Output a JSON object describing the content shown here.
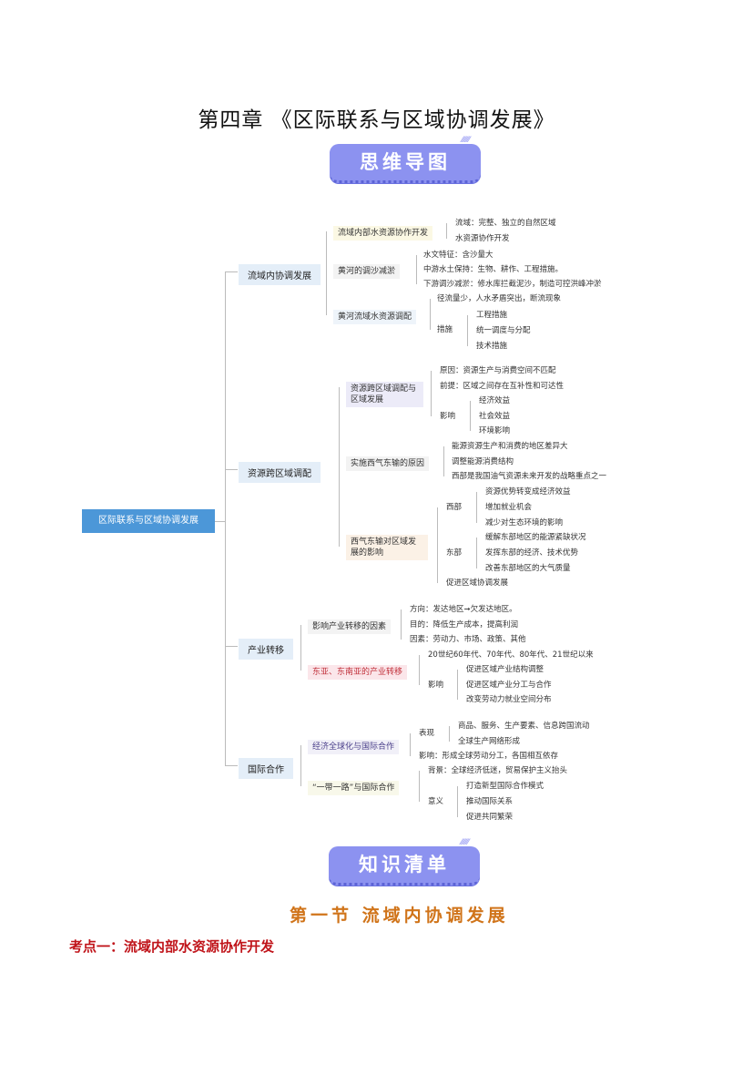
{
  "title": "第四章 《区际联系与区域协调发展》",
  "banner_mindmap": "思维导图",
  "banner_knowledge": "知识清单",
  "section_title": "第一节 流域内协调发展",
  "kaodian": "考点一：流域内部水资源协作开发",
  "colors": {
    "banner": "#8c92f0",
    "root": "#4c97d8",
    "section": "#d0741a",
    "kaodian": "#c0141a"
  },
  "mindmap": {
    "root": "区际联系与区域协调发展",
    "b1": {
      "label": "流域内协调发展",
      "c1": {
        "label": "流域内部水资源协作开发",
        "items": [
          "流域：完整、独立的自然区域",
          "水资源协作开发"
        ]
      },
      "c2": {
        "label": "黄河的调沙减淤",
        "items": [
          "水文特征：含沙量大",
          "中游水土保持：生物、耕作、工程措施。",
          "下游调沙减淤：修水库拦截泥沙，制造可控洪峰冲淤"
        ]
      },
      "c3": {
        "label": "黄河流域水资源调配",
        "item": "径流量少，人水矛盾突出，断流现象",
        "sub": "措施",
        "subitems": [
          "工程措施",
          "统一调度与分配",
          "技术措施"
        ]
      }
    },
    "b2": {
      "label": "资源跨区域调配",
      "c1": {
        "label": "资源跨区域调配与区域发展",
        "items": [
          "原因：资源生产与消费空间不匹配",
          "前提：区域之间存在互补性和可达性"
        ],
        "sub": "影响",
        "subitems": [
          "经济效益",
          "社会效益",
          "环境影响"
        ]
      },
      "c2": {
        "label": "实施西气东输的原因",
        "items": [
          "能源资源生产和消费的地区差异大",
          "调整能源消费结构",
          "西部是我国油气资源未来开发的战略重点之一"
        ]
      },
      "c3": {
        "label": "西气东输对区域发展的影响",
        "west": "西部",
        "west_items": [
          "资源优势转变成经济效益",
          "增加就业机会",
          "减少对生态环境的影响"
        ],
        "east": "东部",
        "east_items": [
          "缓解东部地区的能源紧缺状况",
          "发挥东部的经济、技术优势",
          "改善东部地区的大气质量"
        ],
        "last": "促进区域协调发展"
      }
    },
    "b3": {
      "label": "产业转移",
      "c1": {
        "label": "影响产业转移的因素",
        "items": [
          "方向：发达地区➞欠发达地区。",
          "目的：降低生产成本，提高利润",
          "因素：劳动力、市场、政策、其他"
        ]
      },
      "c2": {
        "label": "东亚、东南亚的产业转移",
        "item": "20世纪60年代、70年代、80年代、21世纪以来",
        "sub": "影响",
        "subitems": [
          "促进区域产业结构调整",
          "促进区域产业分工与合作",
          "改变劳动力就业空间分布"
        ]
      }
    },
    "b4": {
      "label": "国际合作",
      "c1": {
        "label": "经济全球化与国际合作",
        "sub": "表现",
        "subitems": [
          "商品、服务、生产要素、信息跨国流动",
          "全球生产网络形成"
        ],
        "item": "影响：形成全球劳动分工，各国相互依存"
      },
      "c2": {
        "label": "“一带一路”与国际合作",
        "item": "背景：全球经济低迷，贸易保护主义抬头",
        "sub": "意义",
        "subitems": [
          "打造新型国际合作模式",
          "推动国际关系",
          "促进共同繁荣"
        ]
      }
    }
  }
}
